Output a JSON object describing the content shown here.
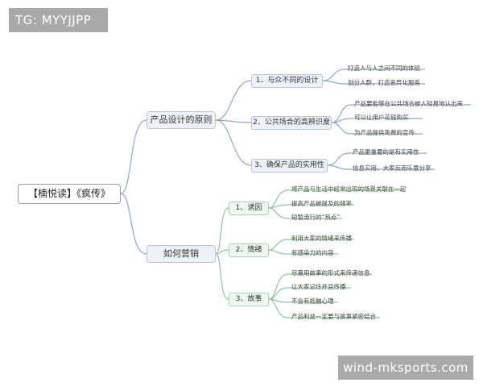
{
  "watermark_top": "TG: MYYJJPP",
  "watermark_bottom": "wind-mksports.com",
  "colors": {
    "branch1": "#8fa8c8",
    "branch2": "#8fc49f",
    "main_fill": "#eef2f8",
    "sub_fill_green": "#eef8f0"
  },
  "mindmap": {
    "root": "【楠悦读】《疯传》",
    "branch1": {
      "label": "产品设计的原则",
      "children": [
        {
          "label": "1、与众不同的设计",
          "leaves": [
            "打造人与人之间不同的体验",
            "划分人群，打造差异化服务"
          ]
        },
        {
          "label": "2、公共场合的高辨识度",
          "leaves": [
            "产品要能够在公共场合被人轻易地认出来",
            "可以让用户花钱购买",
            "为产品提供免费的宣传"
          ]
        },
        {
          "label": "3、确保产品的实用性",
          "leaves": [
            "产品更重要的是有实用性",
            "信息实用，大家反而乐意分享"
          ]
        }
      ]
    },
    "branch2": {
      "label": "如何营销",
      "children": [
        {
          "label": "1、诱因",
          "leaves": [
            "将产品与生活中经常出现的场景关联在一起",
            "提高产品被提及的频率",
            "短暂流行的“热点”"
          ]
        },
        {
          "label": "2、情绪",
          "leaves": [
            "利用大家的情绪来传播",
            "有感染力的内容"
          ]
        },
        {
          "label": "3、故事",
          "leaves": [
            "尽量用故事的形式来传递信息",
            "让大家记住并且传播",
            "不会有抵触心理",
            "产品利益一定要与故事紧密结合"
          ]
        }
      ]
    }
  }
}
